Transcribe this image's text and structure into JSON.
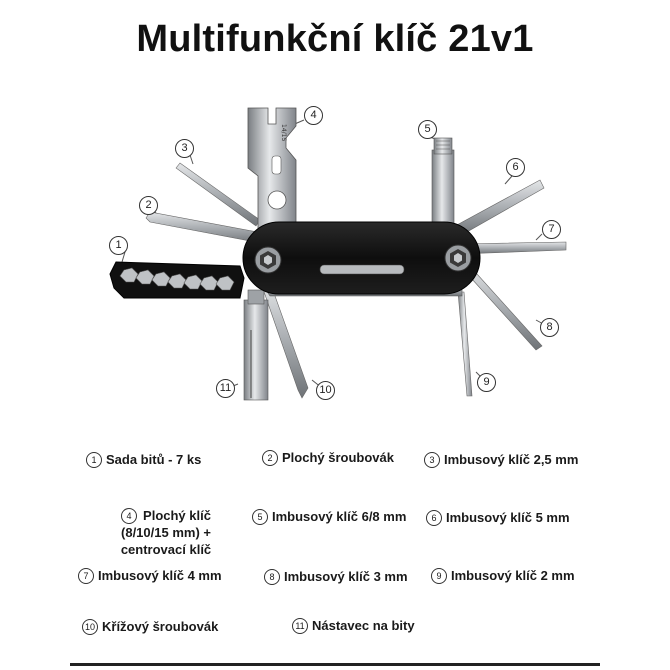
{
  "title": "Multifunkční klíč 21v1",
  "stamp_text": "14/15",
  "callouts": [
    "1",
    "2",
    "3",
    "4",
    "5",
    "6",
    "7",
    "8",
    "9",
    "10",
    "11"
  ],
  "legend": [
    {
      "num": "1",
      "label": "Sada bitů - 7 ks"
    },
    {
      "num": "2",
      "label": "Plochý šroubovák"
    },
    {
      "num": "3",
      "label": "Imbusový klíč 2,5 mm"
    },
    {
      "num": "4",
      "label": "Plochý klíč",
      "line2": "(8/10/15 mm) +",
      "line3": "centrovací klíč"
    },
    {
      "num": "5",
      "label": "Imbusový klíč 6/8 mm"
    },
    {
      "num": "6",
      "label": "Imbusový klíč 5 mm"
    },
    {
      "num": "7",
      "label": "Imbusový klíč 4 mm"
    },
    {
      "num": "8",
      "label": "Imbusový klíč 3 mm"
    },
    {
      "num": "9",
      "label": "Imbusový klíč 2 mm"
    },
    {
      "num": "10",
      "label": "Křížový šroubovák"
    },
    {
      "num": "11",
      "label": "Nástavec na bity"
    }
  ],
  "colors": {
    "steel": "#b9bcc0",
    "steel_dark": "#7d8185",
    "body": "#141414",
    "bit_holder": "#111111"
  }
}
